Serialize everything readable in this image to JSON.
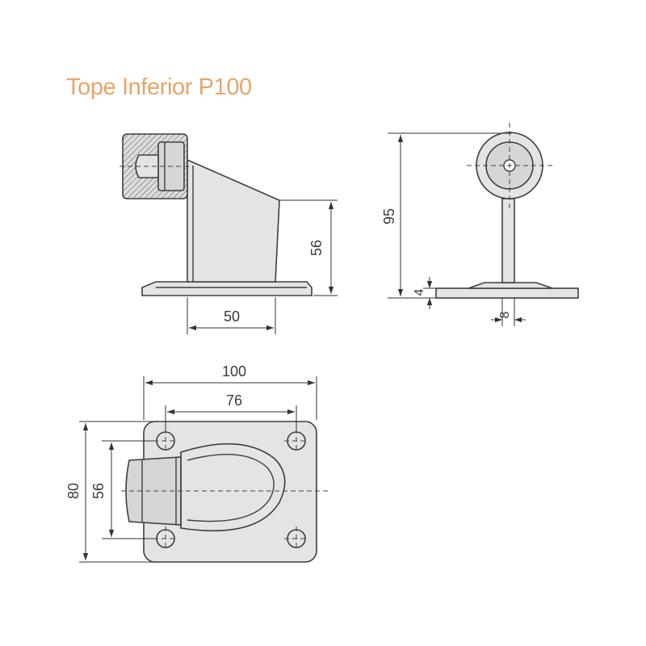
{
  "title": "Tope Inferior P100",
  "accent_color": "#e8a46a",
  "dimensions": {
    "side_height": "56",
    "side_width": "50",
    "front_height": "95",
    "base_thickness": "4",
    "stem_width": "8",
    "plate_width": "100",
    "hole_spacing_x": "76",
    "plate_height": "80",
    "hole_spacing_y": "56"
  }
}
